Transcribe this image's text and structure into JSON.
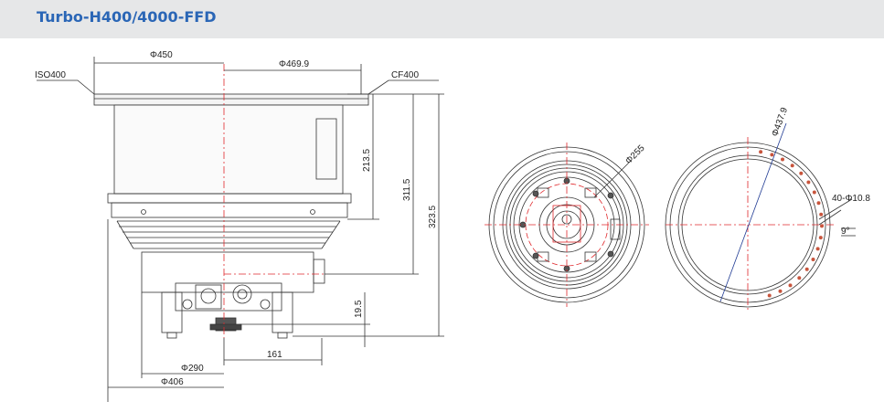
{
  "title": "Turbo-H400/4000-FFD",
  "labels": {
    "iso400": "ISO400",
    "cf400": "CF400",
    "d450": "Φ450",
    "d469": "Φ469.9",
    "h213": "213.5",
    "h311": "311.5",
    "h323": "323.5",
    "h19": "19.5",
    "w161": "161",
    "d290": "Φ290",
    "d406": "Φ406",
    "d255": "Φ255",
    "d437": "Φ437.9",
    "holes": "40-Φ10.8",
    "angle": "9°"
  },
  "colors": {
    "title": "#2a66b6",
    "header_bg": "#e6e7e8",
    "centerline": "#e0282c",
    "blueline": "#1f3a93"
  }
}
